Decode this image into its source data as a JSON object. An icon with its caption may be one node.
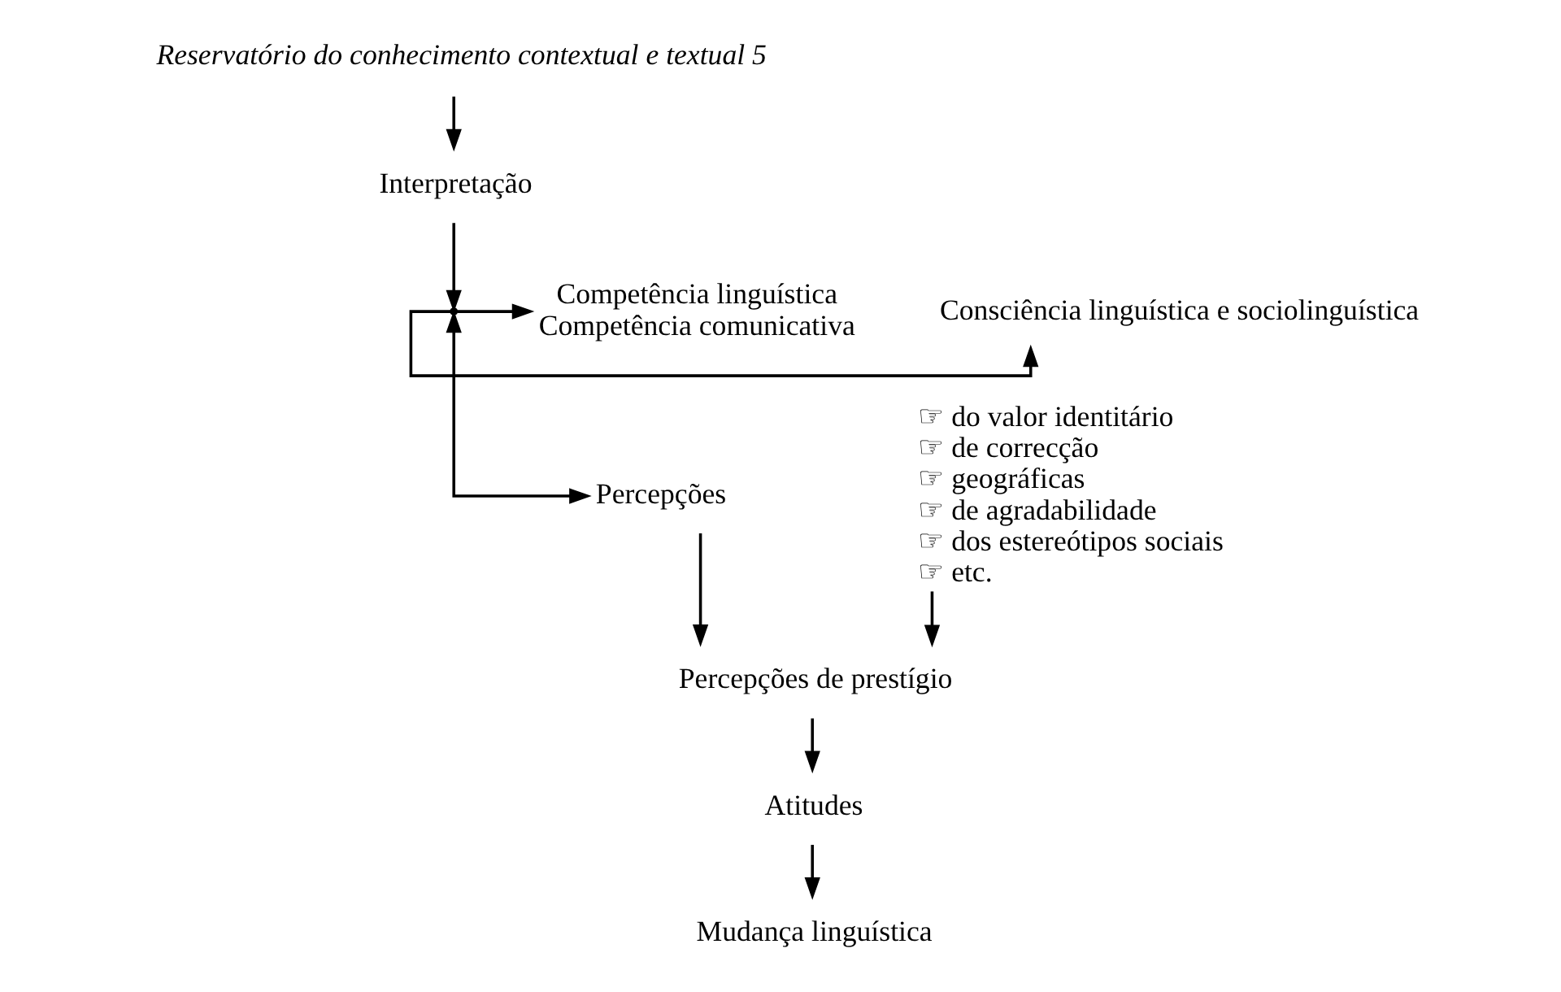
{
  "diagram": {
    "nodes": [
      {
        "text": [
          "Reservatório do conhecimento contextual e textual 5"
        ]
      },
      {
        "text": [
          "Interpretação"
        ]
      },
      {
        "text": [],
        "shape": "point"
      },
      {
        "text": [
          "Consciência linguística e sociolinguística"
        ]
      },
      {
        "text": [
          "Competência linguística",
          "Competência comunicativa"
        ]
      },
      {
        "text": [
          "☞ do valor identitário",
          "☞ de correcção",
          "☞ geográficas",
          "☞ de agradabilidade",
          "☞ dos estereótipos sociais",
          "☞ etc."
        ]
      },
      {
        "text": [
          "Percepções"
        ]
      },
      {
        "text": [
          "Percepções de prestígio"
        ]
      },
      {
        "text": [
          "Atitudes"
        ]
      },
      {
        "text": [
          "Mudança linguística"
        ]
      }
    ],
    "edges": [
      {
        "from": 0,
        "to": 1,
        "arrow": "to"
      },
      {
        "from": 1,
        "to": 2,
        "arrow": "to"
      },
      {
        "from": 2,
        "to": 3,
        "arrow": "to"
      },
      {
        "from": 2,
        "to": 4,
        "arrow": "to"
      },
      {
        "from": 2,
        "to": 6,
        "arrow": "both"
      },
      {
        "from": 5,
        "to": 7,
        "arrow": "to"
      },
      {
        "from": 6,
        "to": 7,
        "arrow": "to"
      },
      {
        "from": 7,
        "to": 8,
        "arrow": "to"
      },
      {
        "from": 8,
        "to": 9,
        "arrow": "to"
      }
    ]
  }
}
